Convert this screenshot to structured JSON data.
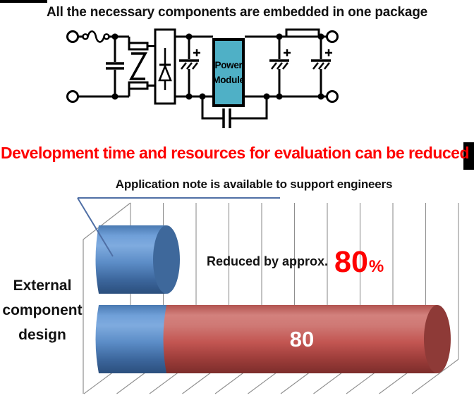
{
  "slide": {
    "top_banner": {
      "title": "All the necessary components are embedded in one package"
    },
    "circuit": {
      "power_module": {
        "line1": "Power",
        "line2": "Module",
        "fill": "#4FB0C6"
      },
      "components": [
        "input-terminals",
        "fuse",
        "x-capacitor",
        "common-mode-choke",
        "bridge-rectifier",
        "electrolytic-capacitor",
        "power-module",
        "output-filter-inductor",
        "output-electrolytic-capacitors",
        "y-capacitor",
        "output-terminals"
      ]
    },
    "headline": {
      "text": "Development time and resources for evaluation can be reduced",
      "color": "#FE0000"
    },
    "callout": {
      "text": "Application note is available to support engineers",
      "line_color": "#4F6FA5"
    }
  },
  "chart_data": {
    "type": "bar",
    "subtype": "3d-horizontal-cylinder",
    "title": "",
    "category_label": "External\ncomponent\ndesign",
    "bars": [
      {
        "name": "with-power-module",
        "segments": [
          {
            "color": "#4F81BD",
            "value": 20,
            "data_label": ""
          }
        ]
      },
      {
        "name": "conventional-design",
        "segments": [
          {
            "color": "#4F81BD",
            "value": 20,
            "data_label": ""
          },
          {
            "color": "#C0504D",
            "value": 80,
            "data_label": "80"
          }
        ]
      }
    ],
    "annotation": {
      "prefix": "Reduced by approx.",
      "value": "80",
      "unit": "%",
      "color": "#FE0000"
    },
    "xlim": [
      0,
      100
    ],
    "gridlines": {
      "count": 11,
      "visible": true,
      "color": "#8F8F8F"
    },
    "legend": "none",
    "colors": {
      "blue": "#4F81BD",
      "red": "#C0504D"
    }
  }
}
